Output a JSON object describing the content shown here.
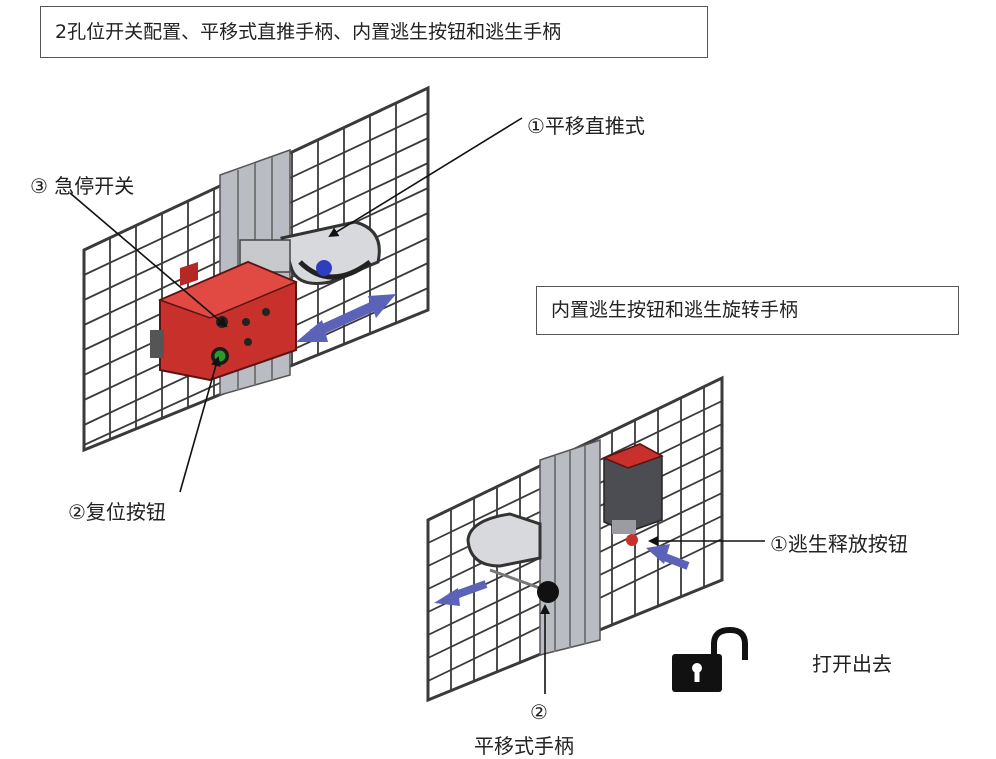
{
  "title_box": "2孔位开关配置、平移式直推手柄、内置逃生按钮和逃生手柄",
  "subtitle_box": "内置逃生按钮和逃生旋转手柄",
  "labels": {
    "push_handle": "①平移直推式",
    "estop": "③ 急停开关",
    "reset_button": "②复位按钮",
    "escape_release_button": "①逃生释放按钮",
    "handle_number": "②",
    "handle_name": "平移式手柄",
    "open_exit": "打开出去"
  },
  "icons": {
    "unlocked_padlock": "unlocked-padlock-icon"
  },
  "colors": {
    "switch_red": "#c8302c",
    "arrow_blue": "#5b63b8",
    "grid": "#3a3a3a",
    "green_button": "#2a9a2a"
  }
}
